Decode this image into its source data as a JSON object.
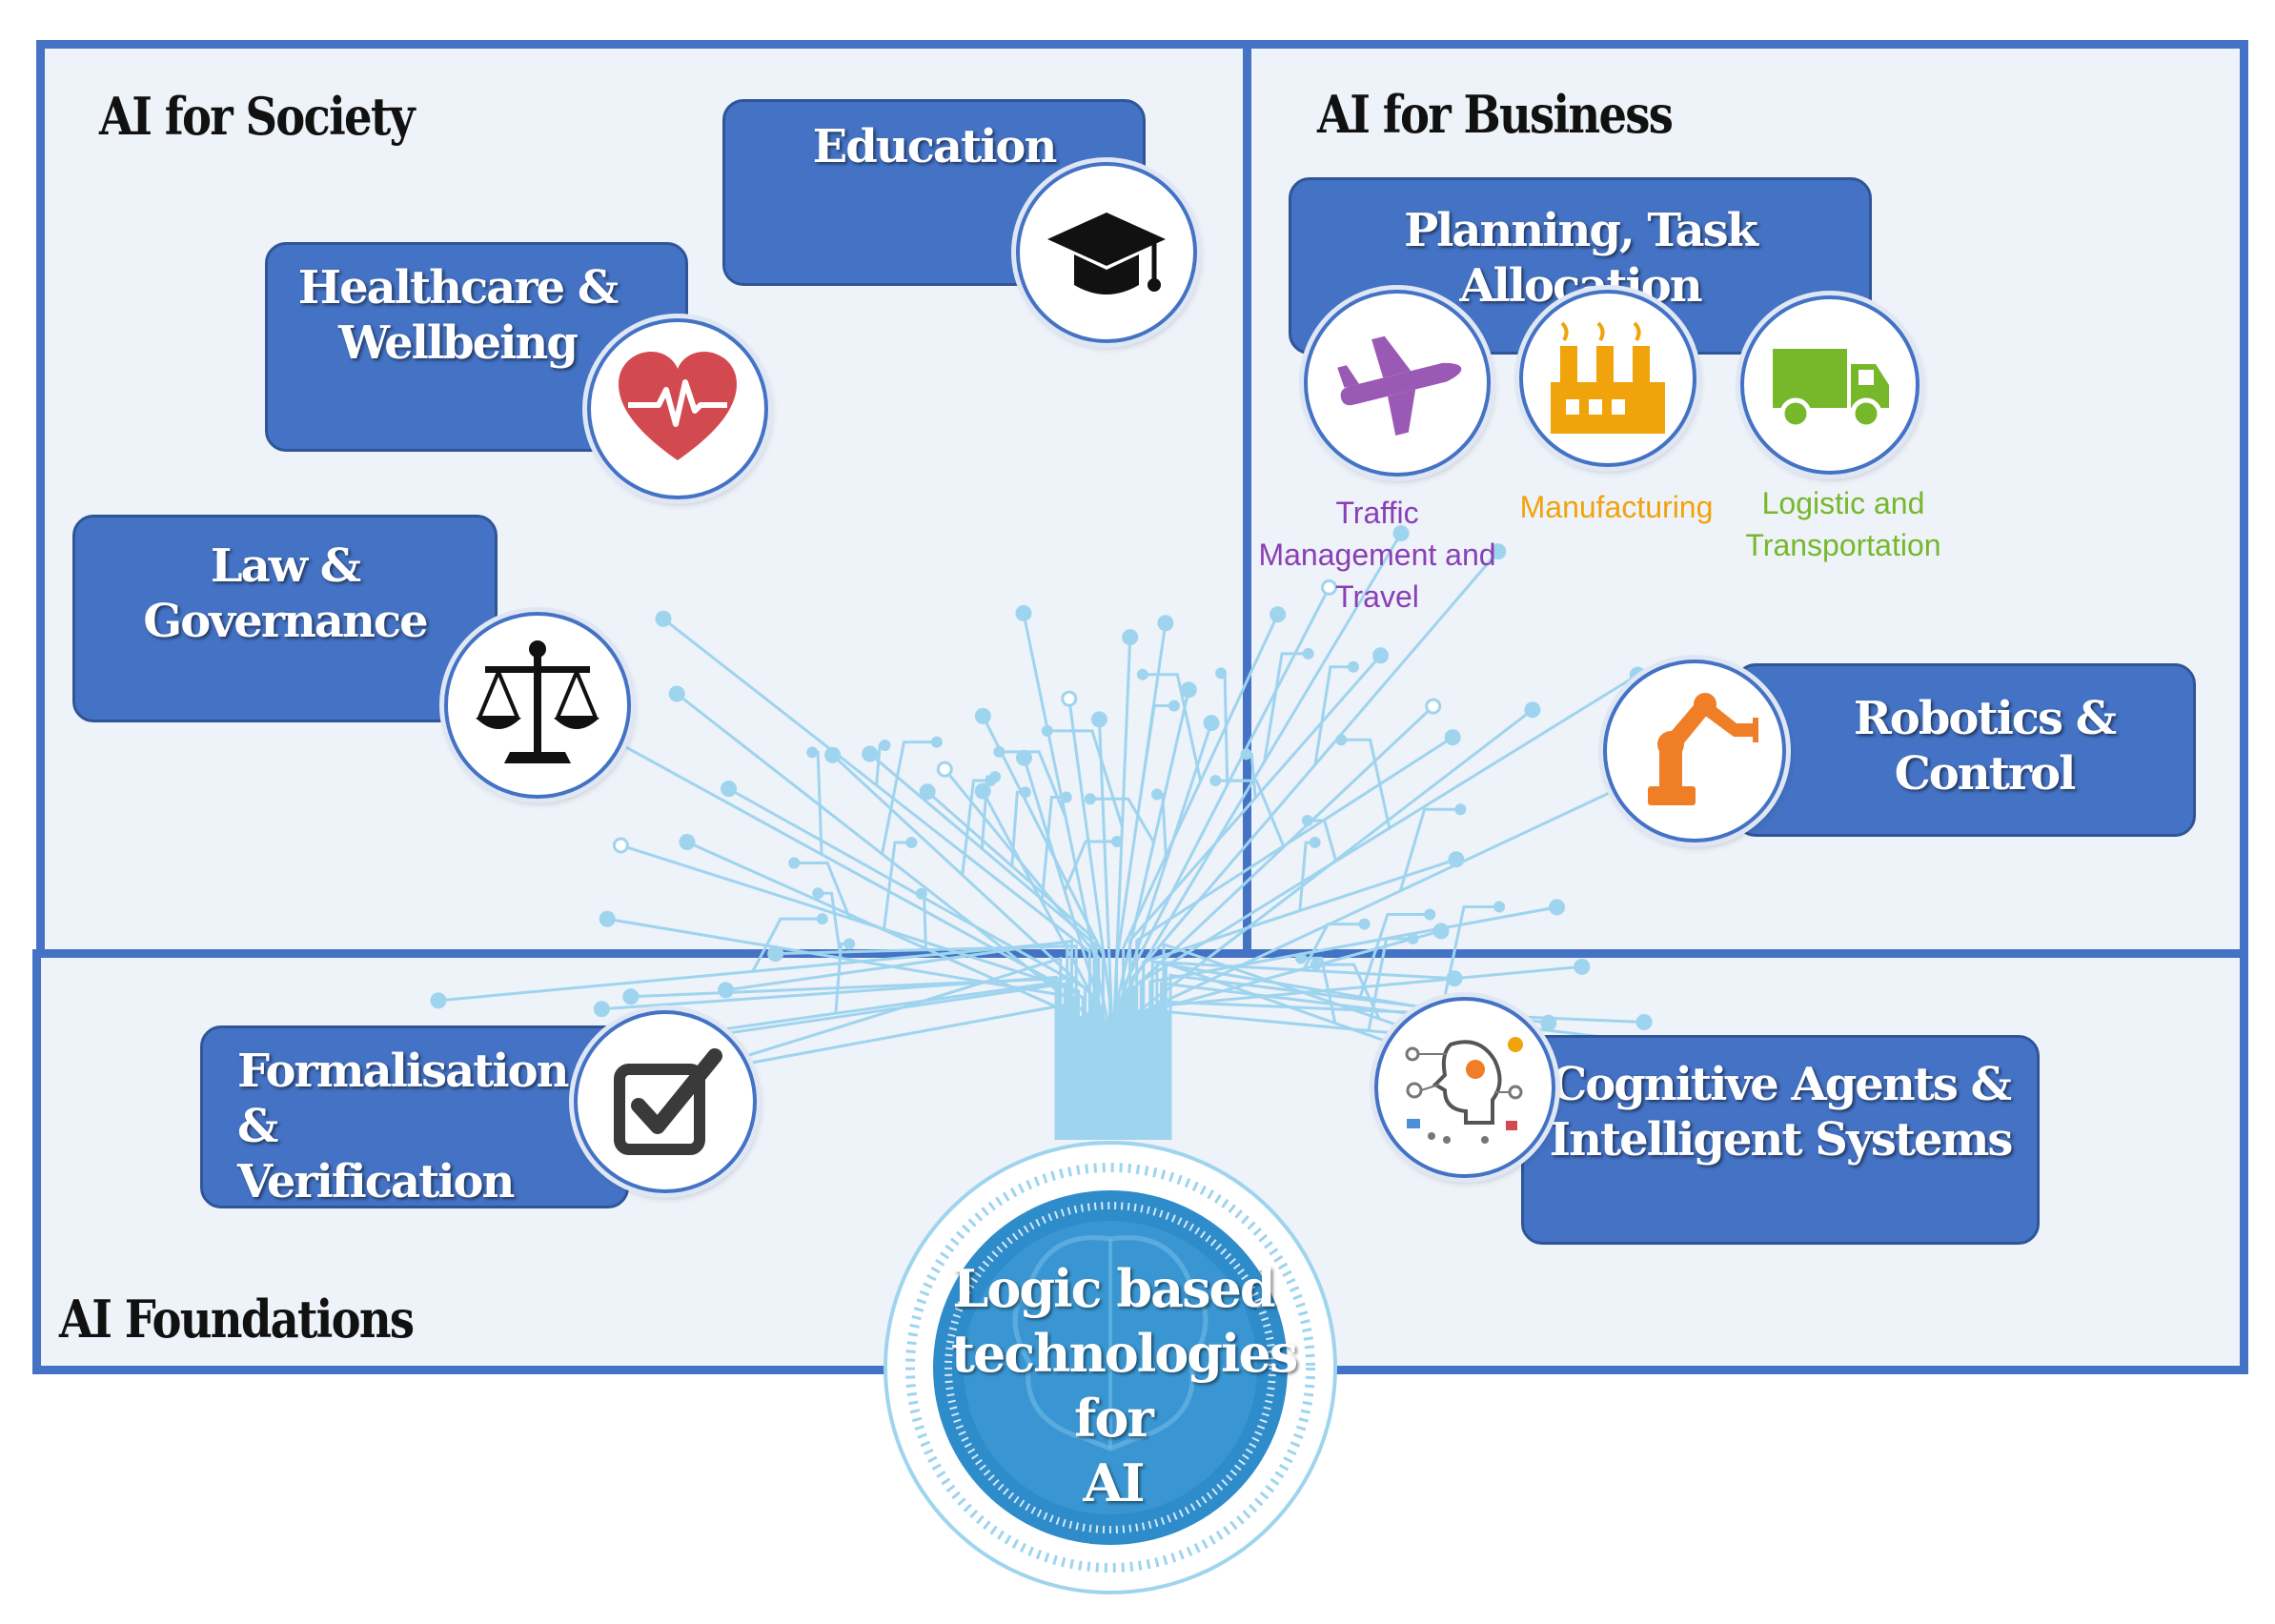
{
  "sections": {
    "society": "AI for Society",
    "business": "AI for Business",
    "foundations": "AI Foundations"
  },
  "cards": {
    "education": [
      "Education"
    ],
    "healthcare": [
      "Healthcare &",
      "Wellbeing"
    ],
    "law": [
      "Law & Governance"
    ],
    "planning": [
      "Planning, Task Allocation"
    ],
    "robotics": [
      "Robotics & Control"
    ],
    "formalisation": [
      "Formalisation &",
      "Verification"
    ],
    "cognitive": [
      "Cognitive Agents &",
      "Intelligent Systems"
    ]
  },
  "sublabels": {
    "traffic": [
      "Traffic",
      "Management and",
      "Travel"
    ],
    "manufacturing": [
      "Manufacturing"
    ],
    "logistic": [
      "Logistic and",
      "Transportation"
    ]
  },
  "hub": [
    "Logic based",
    "technologies",
    "for",
    "AI"
  ],
  "colors": {
    "panel_border": "#4472c4",
    "card_fill": "#4472c4",
    "circuit": "#9fd4ef",
    "hub": "#2e8ccb",
    "traffic": "#8a3fb5",
    "manufacturing": "#f0a30a",
    "logistic": "#76b82a",
    "heart": "#d24a50",
    "robot": "#f07e26"
  },
  "icons": [
    "graduation-cap-icon",
    "heart-rate-icon",
    "scales-icon",
    "airplane-icon",
    "factory-icon",
    "truck-icon",
    "robot-arm-icon",
    "checkbox-icon",
    "brain-network-icon"
  ]
}
